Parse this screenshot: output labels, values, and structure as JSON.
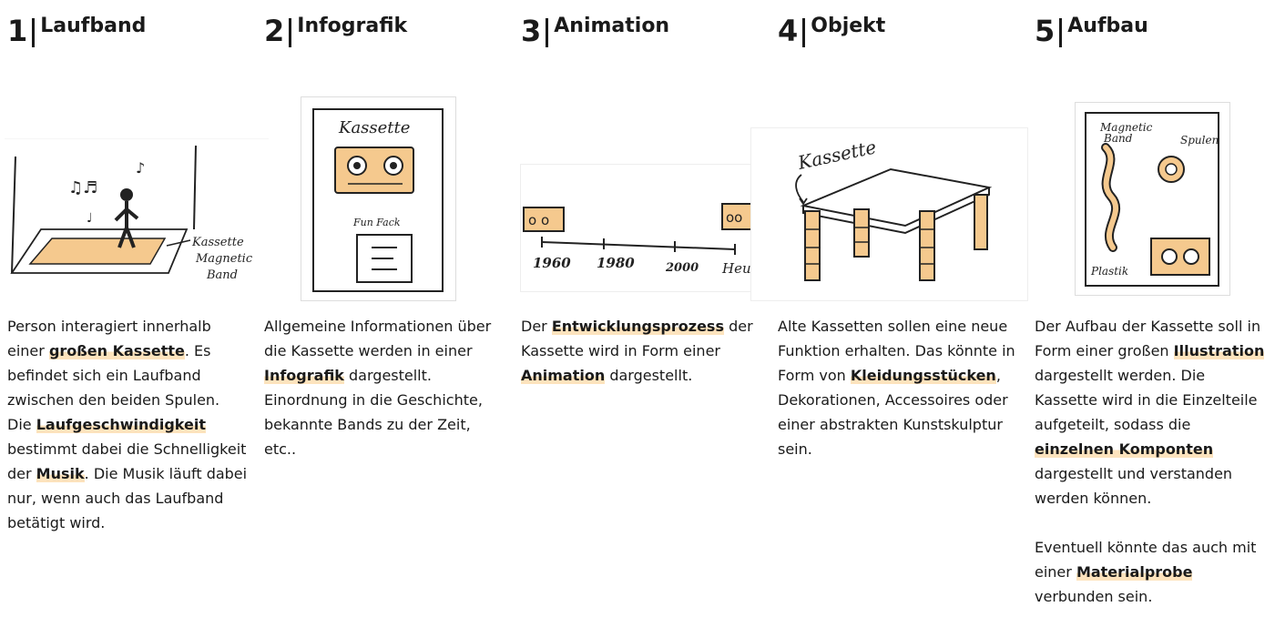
{
  "accent_color": "#fde3bd",
  "sketch_fill": "#f5c98e",
  "columns": [
    {
      "number": "1",
      "title": "Laufband",
      "sketch_labels": {
        "l1": "Kassette",
        "l2": "Magnetic",
        "l3": "Band"
      },
      "text": [
        [
          {
            "t": "Person interagiert innerhalb einer "
          },
          {
            "t": "großen Kassette",
            "hl": true
          },
          {
            "t": ". Es befindet sich ein Laufband zwischen den beiden Spulen. Die "
          },
          {
            "t": "Laufgeschwindigkeit",
            "hl": true
          },
          {
            "t": " bestimmt dabei die Schnelligkeit der "
          },
          {
            "t": "Musik",
            "hl": true
          },
          {
            "t": ". Die Musik läuft dabei nur, wenn auch das Laufband  betätigt wird."
          }
        ]
      ]
    },
    {
      "number": "2",
      "title": "Infografik",
      "sketch_labels": {
        "l1": "Kassette",
        "l2": "Fun Fack"
      },
      "text": [
        [
          {
            "t": "Allgemeine Informationen über die Kassette werden in einer "
          },
          {
            "t": "Infografik",
            "hl": true
          },
          {
            "t": " dargestellt. Einordnung in die Geschichte, bekannte Bands zu der Zeit, etc.."
          }
        ]
      ]
    },
    {
      "number": "3",
      "title": "Animation",
      "sketch_labels": {
        "l1": "1960",
        "l2": "1980",
        "l3": "2000",
        "l4": "Heute"
      },
      "text": [
        [
          {
            "t": "Der "
          },
          {
            "t": "Entwicklungsprozess",
            "hl": true
          },
          {
            "t": " der Kassette wird in Form einer "
          },
          {
            "t": "Animation",
            "hl": true
          },
          {
            "t": " dargestellt."
          }
        ]
      ]
    },
    {
      "number": "4",
      "title": "Objekt",
      "sketch_labels": {
        "l1": "Kassette"
      },
      "text": [
        [
          {
            "t": "Alte Kassetten sollen eine neue Funktion erhalten. Das könnte in Form von "
          },
          {
            "t": "Kleidungsstücken",
            "hl": true
          },
          {
            "t": ", Dekorationen, Accessoires oder einer abstrakten Kunstskulptur sein."
          }
        ]
      ]
    },
    {
      "number": "5",
      "title": "Aufbau",
      "sketch_labels": {
        "l1": "Magnetic",
        "l2": "Band",
        "l3": "Spulen",
        "l4": "Plastik"
      },
      "text": [
        [
          {
            "t": "Der Aufbau der Kassette soll in Form einer großen "
          },
          {
            "t": "Illustration",
            "hl": true
          },
          {
            "t": " dargestellt werden. Die Kassette wird in die Einzelteile aufgeteilt, sodass die "
          },
          {
            "t": "einzelnen Komponten",
            "hl": true
          },
          {
            "t": " dargestellt und verstanden werden können."
          }
        ],
        [
          {
            "t": "Eventuell könnte das auch mit einer "
          },
          {
            "t": "Materialprobe",
            "hl": true
          },
          {
            "t": " verbunden sein."
          }
        ]
      ]
    }
  ]
}
